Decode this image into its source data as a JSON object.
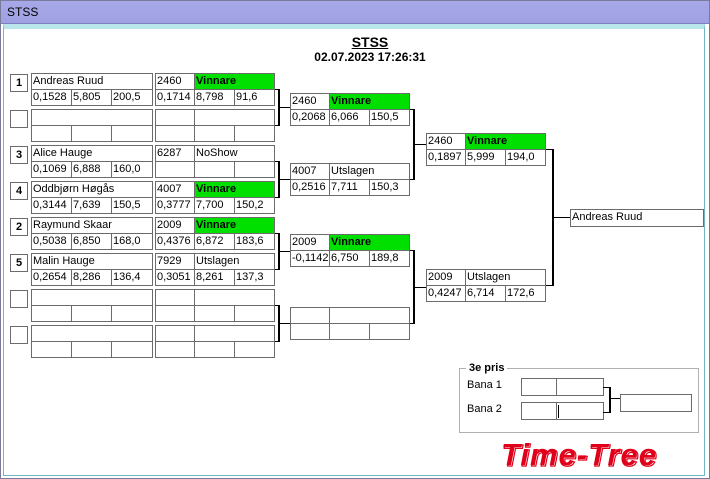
{
  "window": {
    "title": "STSS"
  },
  "header": {
    "title": "STSS",
    "datetime": "02.07.2023 17:26:31"
  },
  "round1": [
    {
      "seed": "1",
      "name": "Andreas Ruud",
      "v1": "0,1528",
      "v2": "5,805",
      "v3": "200,5",
      "num": "2460",
      "status": "Vinnare",
      "r1": "0,1714",
      "r2": "8,798",
      "r3": "91,6",
      "win": true
    },
    {
      "seed": "",
      "name": "",
      "v1": "",
      "v2": "",
      "v3": "",
      "num": "",
      "status": "",
      "r1": "",
      "r2": "",
      "r3": "",
      "win": false
    },
    {
      "seed": "3",
      "name": "Alice Hauge",
      "v1": "0,1069",
      "v2": "6,888",
      "v3": "160,0",
      "num": "6287",
      "status": "NoShow",
      "r1": "",
      "r2": "",
      "r3": "",
      "win": false
    },
    {
      "seed": "4",
      "name": "Oddbjørn Høgås",
      "v1": "0,3144",
      "v2": "7,639",
      "v3": "150,5",
      "num": "4007",
      "status": "Vinnare",
      "r1": "0,3777",
      "r2": "7,700",
      "r3": "150,2",
      "win": true
    },
    {
      "seed": "2",
      "name": "Raymund Skaar",
      "v1": "0,5038",
      "v2": "6,850",
      "v3": "168,0",
      "num": "2009",
      "status": "Vinnare",
      "r1": "0,4376",
      "r2": "6,872",
      "r3": "183,6",
      "win": true
    },
    {
      "seed": "5",
      "name": "Malin Hauge",
      "v1": "0,2654",
      "v2": "8,286",
      "v3": "136,4",
      "num": "7929",
      "status": "Utslagen",
      "r1": "0,3051",
      "r2": "8,261",
      "r3": "137,3",
      "win": false
    },
    {
      "seed": "",
      "name": "",
      "v1": "",
      "v2": "",
      "v3": "",
      "num": "",
      "status": "",
      "r1": "",
      "r2": "",
      "r3": "",
      "win": false
    },
    {
      "seed": "",
      "name": "",
      "v1": "",
      "v2": "",
      "v3": "",
      "num": "",
      "status": "",
      "r1": "",
      "r2": "",
      "r3": "",
      "win": false
    }
  ],
  "round2": [
    {
      "num": "2460",
      "status": "Vinnare",
      "r1": "0,2068",
      "r2": "6,066",
      "r3": "150,5",
      "win": true
    },
    {
      "num": "4007",
      "status": "Utslagen",
      "r1": "0,2516",
      "r2": "7,711",
      "r3": "150,3",
      "win": false
    },
    {
      "num": "2009",
      "status": "Vinnare",
      "r1": "-0,1142",
      "r2": "6,750",
      "r3": "189,8",
      "win": true
    },
    {
      "num": "",
      "status": "",
      "r1": "",
      "r2": "",
      "r3": "",
      "win": false
    }
  ],
  "round3": [
    {
      "num": "2460",
      "status": "Vinnare",
      "r1": "0,1897",
      "r2": "5,999",
      "r3": "194,0",
      "win": true
    },
    {
      "num": "2009",
      "status": "Utslagen",
      "r1": "0,4247",
      "r2": "6,714",
      "r3": "172,6",
      "win": false
    }
  ],
  "final": {
    "winner": "Andreas Ruud"
  },
  "third_prize": {
    "title": "3e pris",
    "lane1": "Bana 1",
    "lane2": "Bana 2"
  },
  "logo": {
    "text": "Time-Tree",
    "color": "#e0001a"
  }
}
